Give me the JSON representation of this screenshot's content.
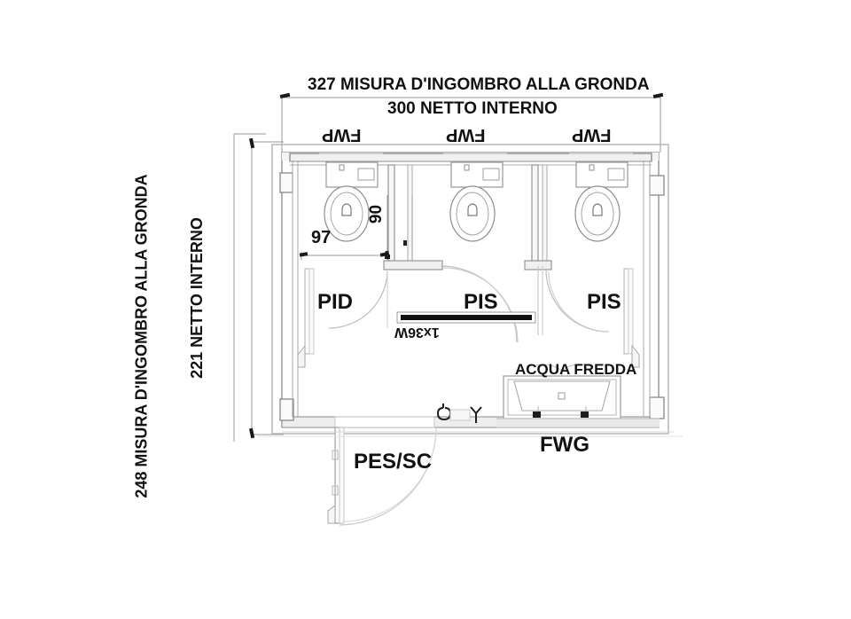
{
  "drawing": {
    "type": "architectural-floor-plan",
    "subject": "prefabricated sanitary module / toilet block plan view",
    "background_color": "#ffffff",
    "line_color": "#8c8c8c",
    "text_color": "#111111"
  },
  "dimensions": {
    "top_overall": "327 MISURA D'INGOMBRO ALLA GRONDA",
    "top_inner": "300 NETTO INTERNO",
    "left_overall": "248 MISURA D'INGOMBRO ALLA GRONDA",
    "left_inner": "221 NETTO INTERNO",
    "wc_depth": "97",
    "wc_width": "90"
  },
  "windows": {
    "label": "FWP",
    "count": 3,
    "items": [
      {
        "label": "FWP"
      },
      {
        "label": "FWP"
      },
      {
        "label": "FWP"
      }
    ]
  },
  "rooms": [
    {
      "code": "PID",
      "position": "left"
    },
    {
      "code": "PIS",
      "position": "center"
    },
    {
      "code": "PIS",
      "position": "right"
    }
  ],
  "fixtures": {
    "lamp": {
      "label": "1x36W"
    },
    "water": {
      "label": "ACQUA FREDDA"
    },
    "washbasin_window": {
      "label": "FWG"
    },
    "entrance_door": {
      "label": "PES/SC"
    }
  },
  "wc_units": [
    {
      "name": "wc-left"
    },
    {
      "name": "wc-center"
    },
    {
      "name": "wc-right"
    }
  ]
}
